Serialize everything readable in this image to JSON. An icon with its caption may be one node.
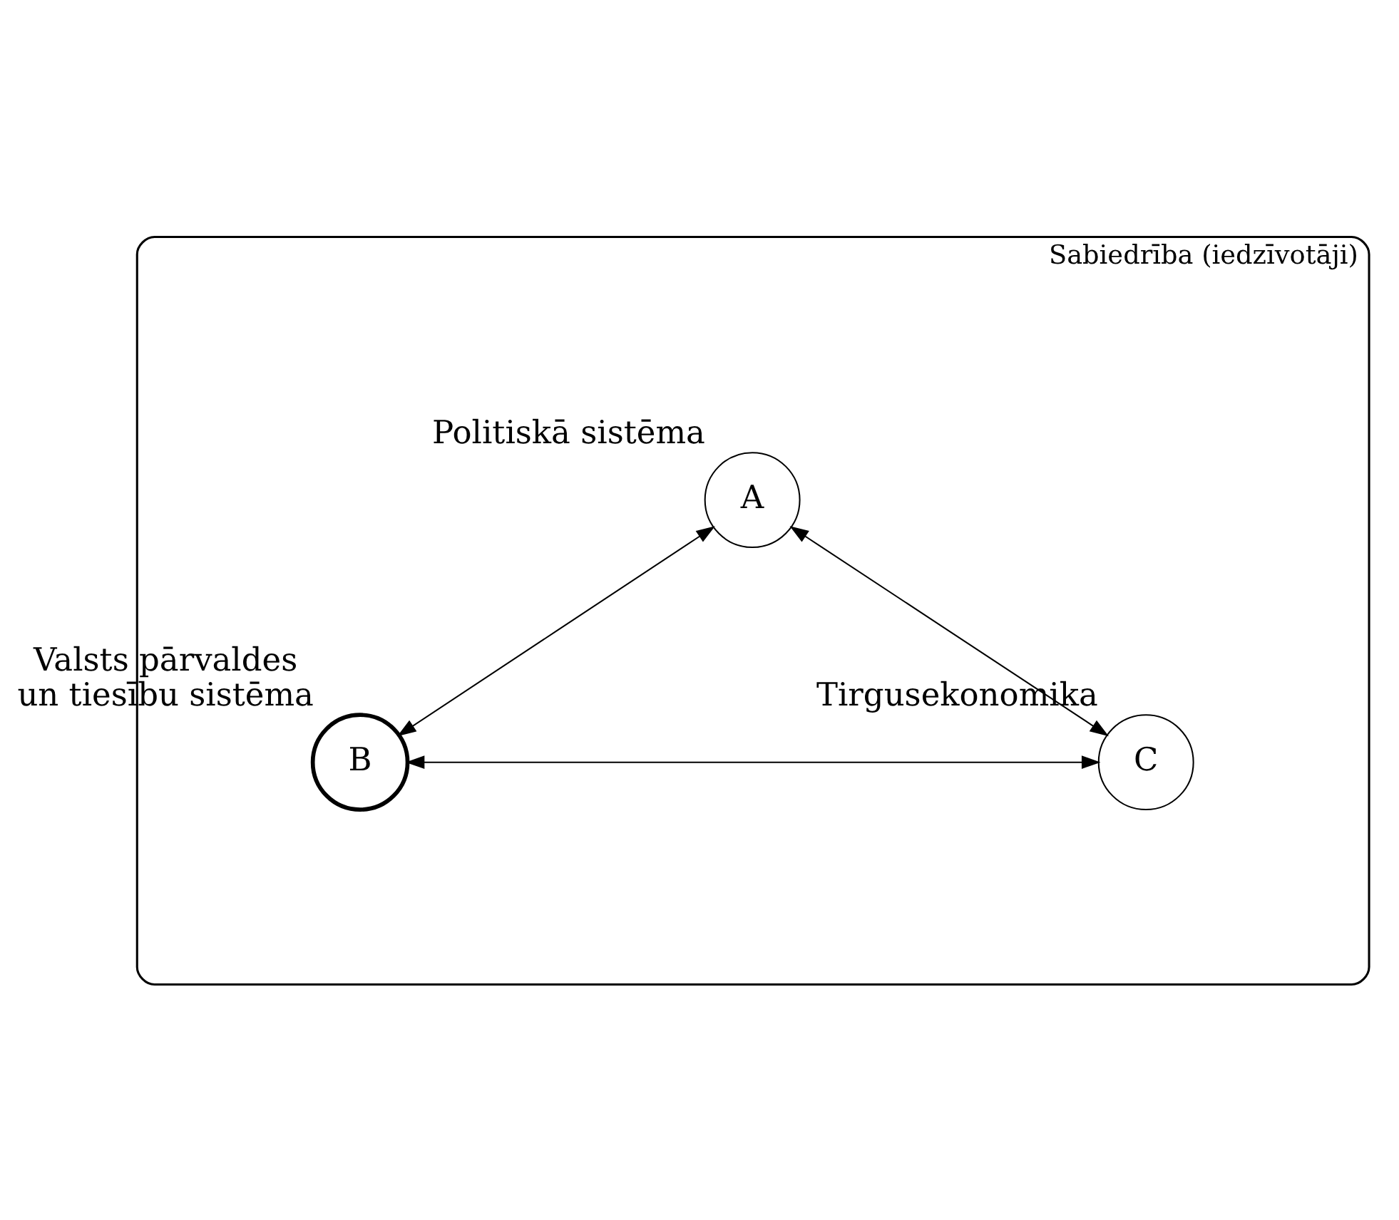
{
  "diagram": {
    "nodes": [
      {
        "text": [
          "Sabiedrība (iedzīvotāji)"
        ]
      },
      {
        "text": [
          "A"
        ],
        "in": 0,
        "beside": [
          "Politiskā sistēma"
        ]
      },
      {
        "text": [
          "B"
        ],
        "in": 0,
        "beside": [
          "Valsts pārvaldes un tiesību sistēma"
        ]
      },
      {
        "text": [
          "C"
        ],
        "in": 0,
        "beside": [
          "Tirgusekonomika"
        ]
      }
    ],
    "edges": [
      {
        "from": 1,
        "to": 2,
        "arrow": "both"
      },
      {
        "from": 1,
        "to": 3,
        "arrow": "both"
      },
      {
        "from": 2,
        "to": 3,
        "arrow": "both"
      }
    ]
  }
}
